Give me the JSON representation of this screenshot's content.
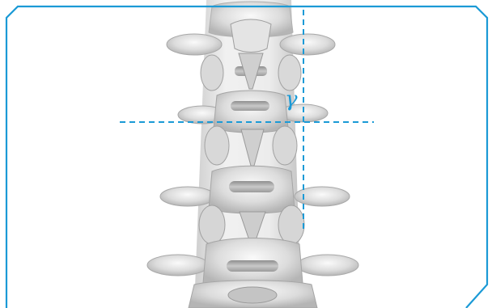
{
  "annotations": {
    "angle_symbol": "γ"
  },
  "colors": {
    "frame": "#1b9ad6",
    "guide_lines": "#1b9ad6",
    "bone_light": "#f2f2f2",
    "bone_mid": "#d4d4d4",
    "bone_shadow": "#a9a9a9"
  },
  "illustration": {
    "subject": "lumbar-spine-anterior-view",
    "vertebra_count": 4
  }
}
